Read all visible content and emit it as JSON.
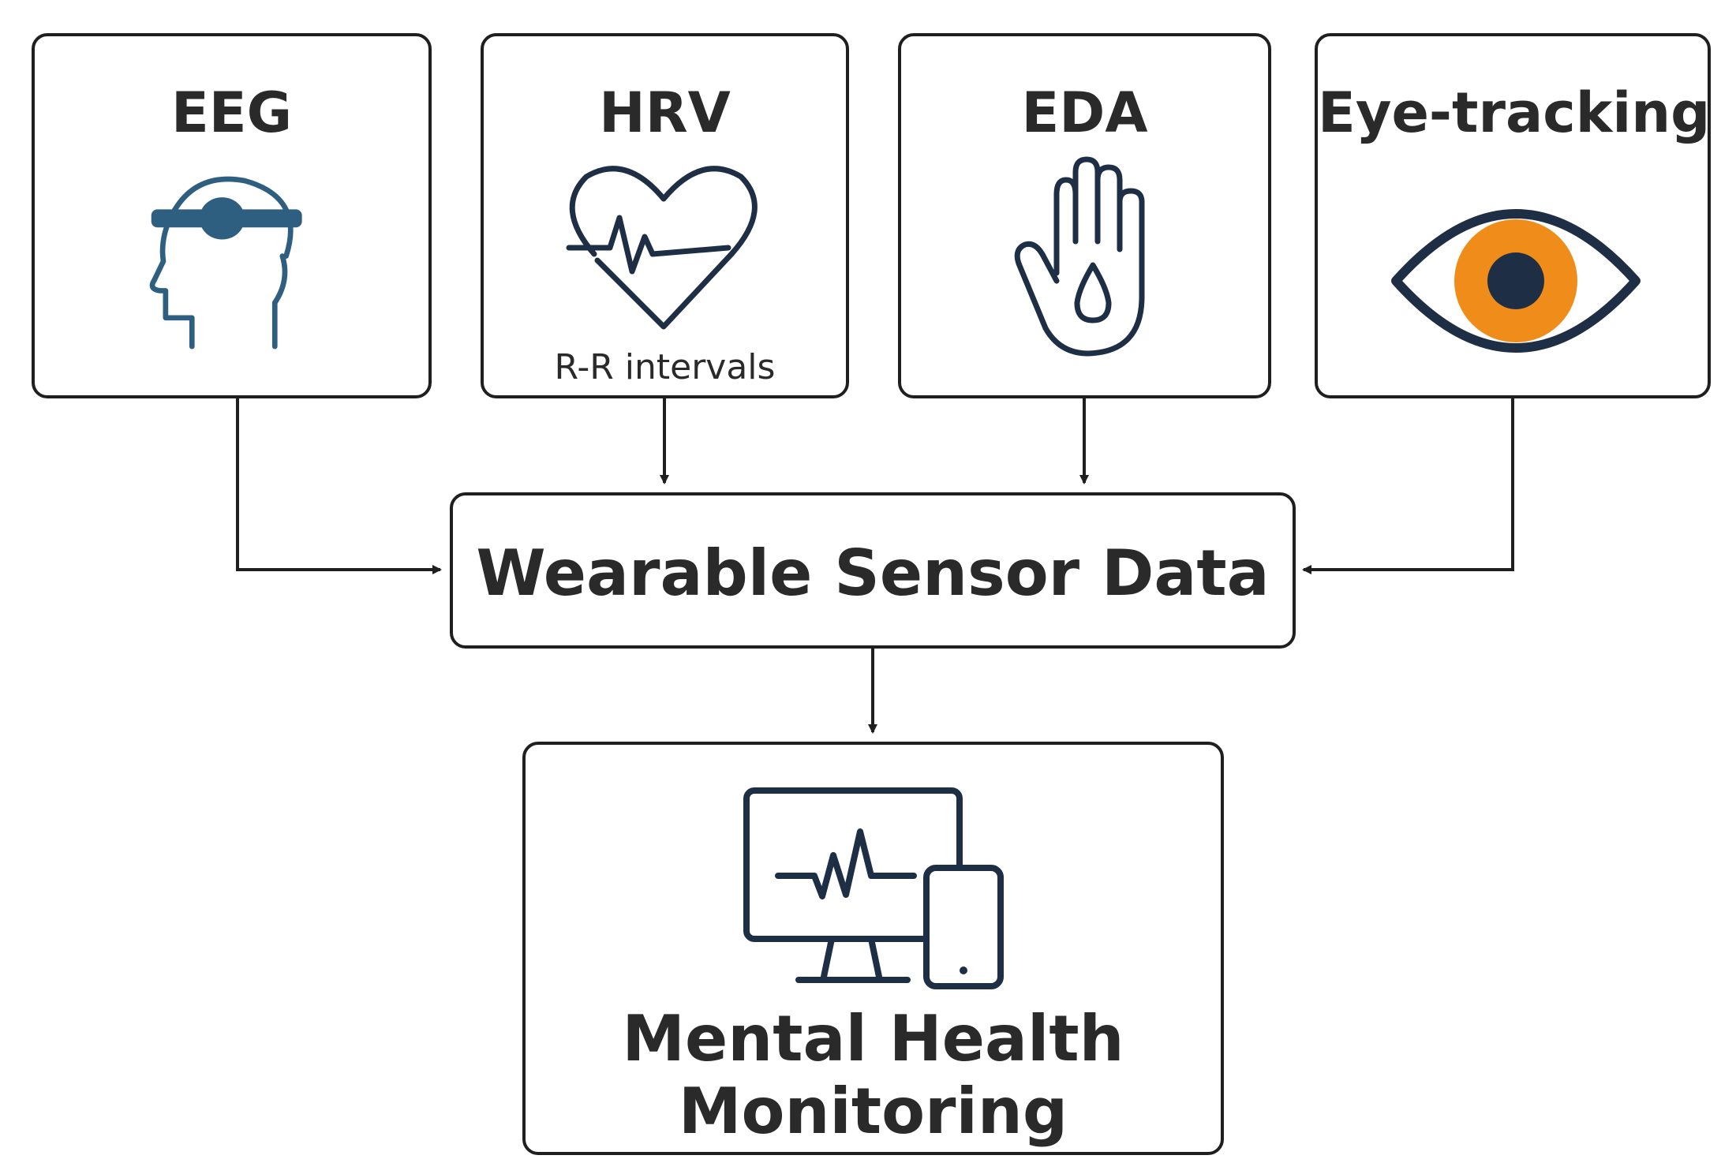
{
  "sensors": {
    "eeg": {
      "title": "EEG",
      "icon": "eeg-headset-icon"
    },
    "hrv": {
      "title": "HRV",
      "subtitle": "R-R intervals",
      "icon": "heart-pulse-icon"
    },
    "eda": {
      "title": "EDA",
      "icon": "hand-droplet-icon"
    },
    "eye": {
      "title": "Eye-tracking",
      "icon": "eye-icon"
    }
  },
  "hub": {
    "title": "Wearable Sensor Data"
  },
  "output": {
    "title_line1": "Mental Health",
    "title_line2": "Monitoring",
    "icon": "monitor-phone-icon"
  },
  "colors": {
    "stroke": "#1f1f1f",
    "text": "#2a2a2a",
    "eeg_blue": "#2f5f80",
    "navy": "#1e2f45",
    "eye_orange": "#f08c1a"
  }
}
